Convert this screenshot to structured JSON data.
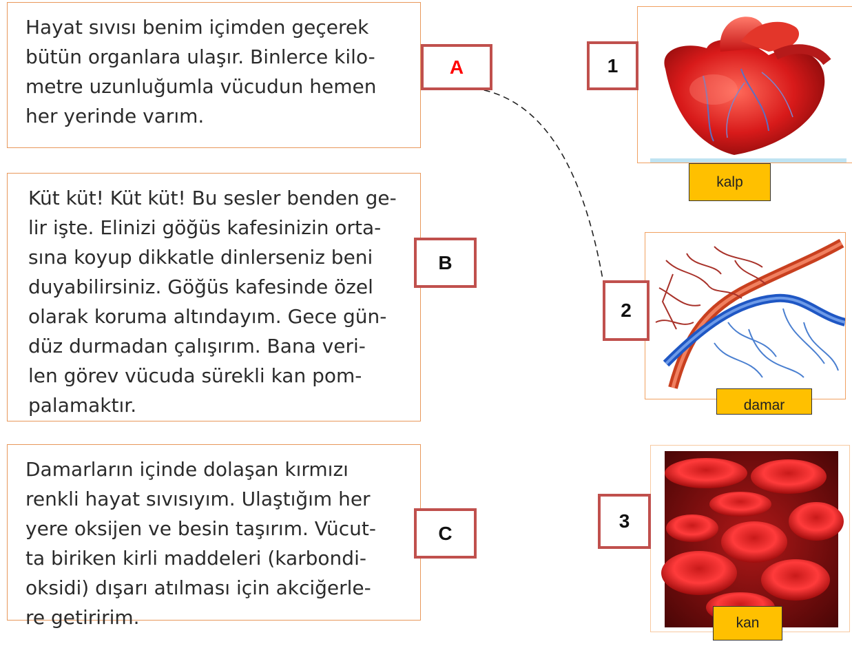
{
  "texts": {
    "a": "Hayat sıvısı benim içimden geçerek bütün organlara ulaşır. Binlerce kilo-metre uzunluğumla vücudun hemen her yerinde varım.",
    "b": "Küt küt! Küt küt! Bu sesler benden ge-lir işte. Elinizi göğüs kafesinizin orta-sına koyup dikkatle dinlerseniz beni duyabilirsiniz. Göğüs kafesinde özel olarak koruma altındayım. Gece gün-düz durmadan çalışırım. Bana veri-len görev vücuda sürekli kan pom-palamaktır.",
    "c": "Damarların içinde dolaşan kırmızı renkli hayat sıvısıyım. Ulaştığım her yere oksijen ve besin taşırım. Vücut-ta biriken kirli maddeleri (karbondi-oksidi) dışarı atılması için akciğerle-re getiririm."
  },
  "text_lines": {
    "a": [
      "Hayat sıvısı benim içimden geçerek",
      "bütün organlara ulaşır. Binlerce kilo-",
      "metre uzunluğumla vücudun hemen",
      "her yerinde varım."
    ],
    "b": [
      "Küt küt! Küt küt! Bu sesler benden ge-",
      "lir işte. Elinizi göğüs kafesinizin orta-",
      "sına koyup dikkatle dinlerseniz beni",
      "duyabilirsiniz. Göğüs kafesinde özel",
      "olarak koruma altındayım. Gece gün-",
      "düz durmadan çalışırım. Bana veri-",
      "len görev vücuda sürekli kan pom-",
      "palamaktır."
    ],
    "c": [
      "Damarların içinde dolaşan kırmızı",
      "renkli hayat sıvısıyım. Ulaştığım her",
      "yere oksijen ve besin taşırım. Vücut-",
      "ta biriken kirli maddeleri (karbondi-",
      "oksidi) dışarı atılması için akciğerle-",
      "re getiririm."
    ]
  },
  "letters": {
    "a": "A",
    "b": "B",
    "c": "C"
  },
  "numbers": {
    "n1": "1",
    "n2": "2",
    "n3": "3"
  },
  "labels": {
    "heart": "kalp",
    "vessel": "damar",
    "blood": "kan"
  },
  "icons": {
    "heart": "heart-icon",
    "vessel": "blood-vessel-icon",
    "blood": "red-blood-cells-icon"
  },
  "colors": {
    "box_border": "#e8975a",
    "letter_border": "#c0504d",
    "letter_a": "#ff0000",
    "label_bg": "#ffc000"
  }
}
